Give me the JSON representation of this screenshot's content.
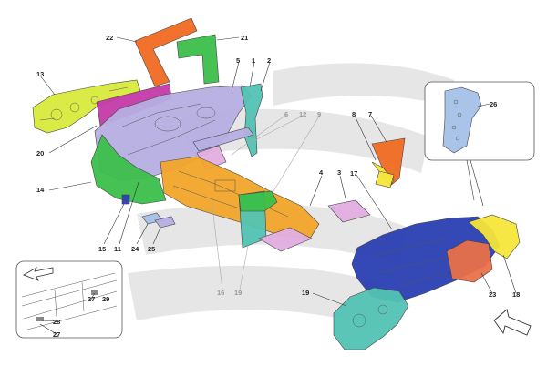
{
  "diagram": {
    "colors": {
      "orange": "#f06a22",
      "green": "#3bbf4a",
      "yellow_green": "#d8ea3c",
      "magenta": "#c43aa8",
      "lavender": "#b6aee0",
      "teal": "#52c3b3",
      "amber": "#f2a52a",
      "pink": "#e2aee0",
      "light_blue": "#a4c0e8",
      "navy": "#2a3fb2",
      "salmon": "#e9714a",
      "yellow": "#f5e63a",
      "background_logo": "#e6e6e6"
    },
    "callouts": {
      "c1": "1",
      "c2": "2",
      "c3": "3",
      "c4": "4",
      "c5": "5",
      "c6": "6",
      "c7": "7",
      "c8": "8",
      "c9": "9",
      "c11": "11",
      "c12": "12",
      "c13": "13",
      "c14": "14",
      "c15": "15",
      "c16": "16",
      "c17": "17",
      "c18": "18",
      "c19a": "19",
      "c19b": "19",
      "c20": "20",
      "c21": "21",
      "c22": "22",
      "c23": "23",
      "c24": "24",
      "c25": "25",
      "c26": "26",
      "c27a": "27",
      "c27b": "27",
      "c28": "28",
      "c29": "29"
    }
  }
}
